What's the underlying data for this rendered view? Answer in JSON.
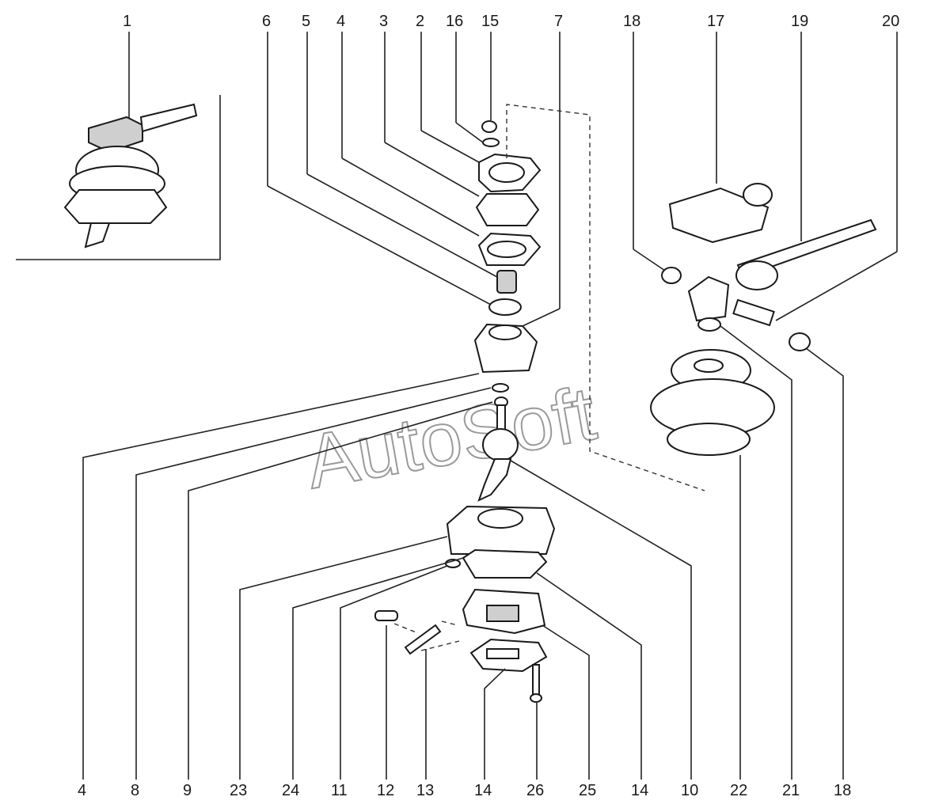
{
  "callouts_top": [
    "1",
    "6",
    "5",
    "4",
    "3",
    "2",
    "16",
    "15",
    "7",
    "18",
    "17",
    "19",
    "20"
  ],
  "callouts_bottom": [
    "4",
    "8",
    "9",
    "23",
    "24",
    "11",
    "12",
    "13",
    "14",
    "26",
    "25",
    "14",
    "10",
    "22",
    "21",
    "18"
  ],
  "watermark": "AutoSoft"
}
